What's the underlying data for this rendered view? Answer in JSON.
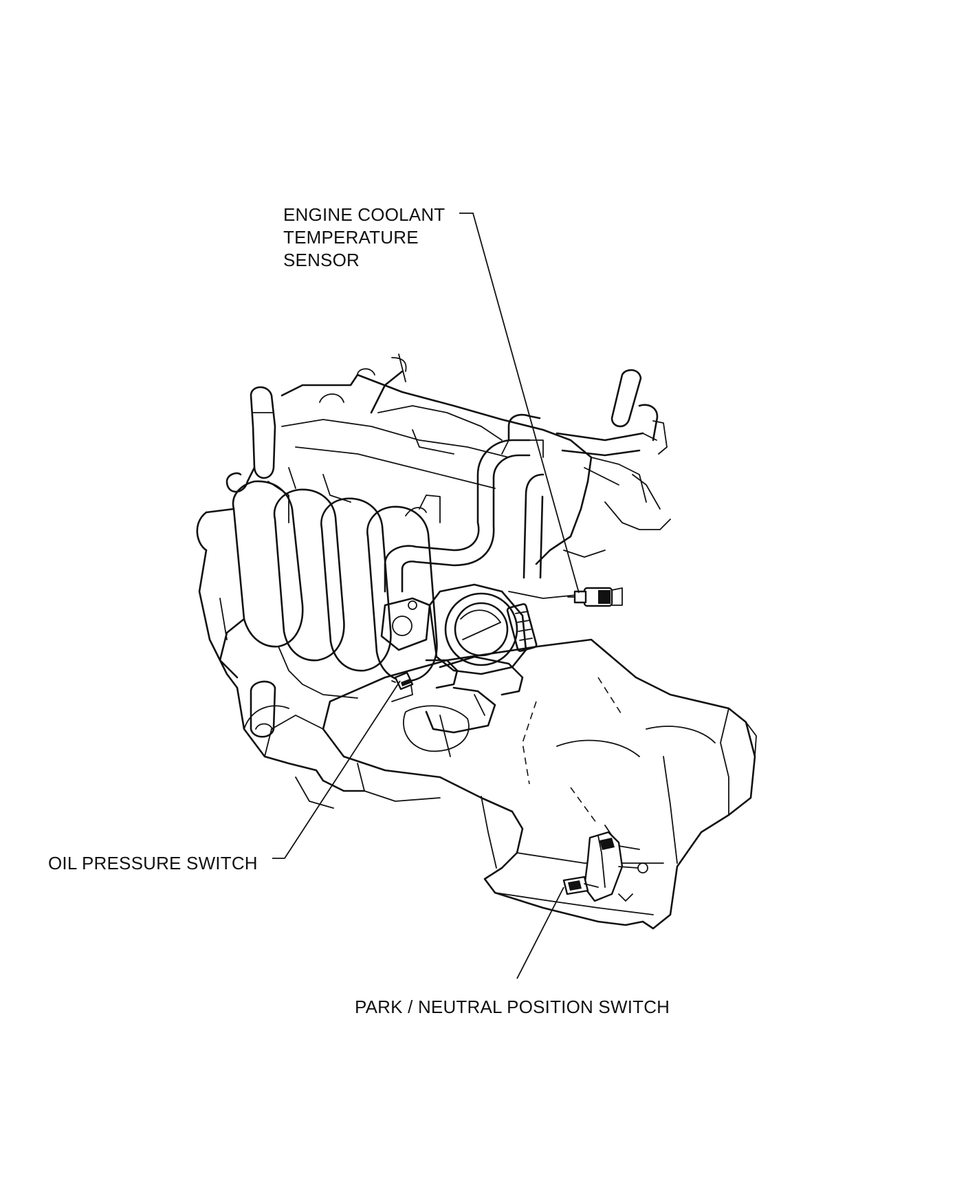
{
  "labels": {
    "engine_coolant_temperature_sensor": [
      "ENGINE COOLANT",
      "TEMPERATURE",
      "SENSOR"
    ],
    "oil_pressure_switch": "OIL PRESSURE SWITCH",
    "park_neutral_position_switch": "PARK / NEUTRAL POSITION SWITCH"
  },
  "colors": {
    "line": "#111111",
    "background": "#ffffff"
  },
  "icons": {
    "engine": "engine-assembly-line-drawing",
    "sensor": "coolant-sensor-icon",
    "switch": "oil-pressure-switch-icon",
    "pnp": "park-neutral-switch-icon"
  }
}
